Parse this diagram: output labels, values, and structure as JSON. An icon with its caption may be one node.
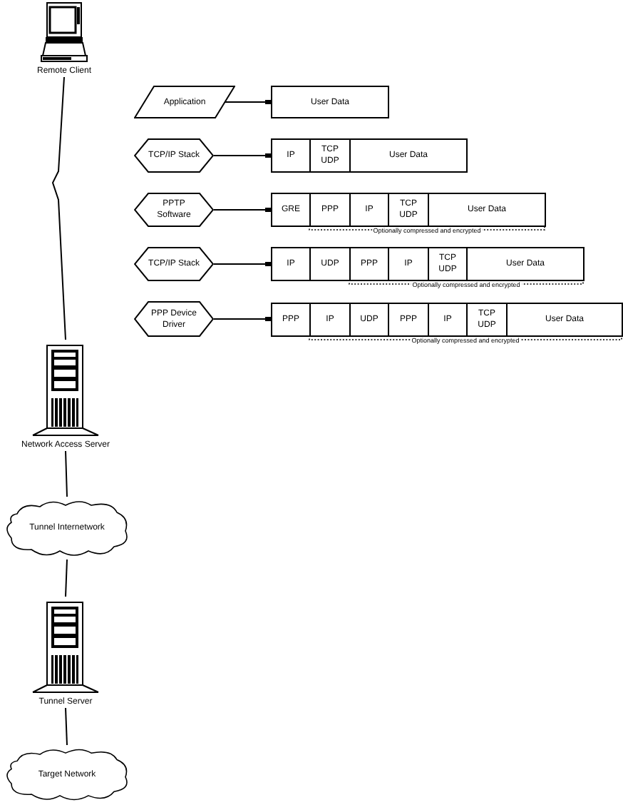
{
  "diagram": {
    "nodes": [
      {
        "text": [
          "Remote Client"
        ]
      },
      {
        "text": [
          "Network Access Server"
        ]
      },
      {
        "text": [
          "Tunnel Internetwork"
        ]
      },
      {
        "text": [
          "Tunnel Server"
        ]
      },
      {
        "text": [
          "Target Network"
        ]
      },
      {
        "text": [
          "Application"
        ]
      },
      {
        "text": [
          "TCP/IP Stack"
        ]
      },
      {
        "text": [
          "PPTP Software"
        ]
      },
      {
        "text": [
          "TCP/IP Stack"
        ]
      },
      {
        "text": [
          "PPP Device Driver"
        ]
      },
      {
        "text": [
          "User Data"
        ]
      },
      {
        "text": [
          "IP"
        ]
      },
      {
        "text": [
          "TCP UDP"
        ]
      },
      {
        "text": [
          "User Data"
        ]
      },
      {
        "text": [
          "GRE"
        ]
      },
      {
        "text": [
          "PPP"
        ]
      },
      {
        "text": [
          "IP"
        ]
      },
      {
        "text": [
          "TCP UDP"
        ]
      },
      {
        "text": [
          "User Data"
        ]
      },
      {
        "text": [
          "IP"
        ]
      },
      {
        "text": [
          "UDP"
        ]
      },
      {
        "text": [
          "PPP"
        ]
      },
      {
        "text": [
          "IP"
        ]
      },
      {
        "text": [
          "TCP UDP"
        ]
      },
      {
        "text": [
          "User Data"
        ]
      },
      {
        "text": [
          "PPP"
        ]
      },
      {
        "text": [
          "IP"
        ]
      },
      {
        "text": [
          "UDP"
        ]
      },
      {
        "text": [
          "PPP"
        ]
      },
      {
        "text": [
          "IP"
        ]
      },
      {
        "text": [
          "TCP UDP"
        ]
      },
      {
        "text": [
          "User Data"
        ]
      }
    ],
    "edges": [
      {
        "from": 0,
        "to": 1,
        "arrow": "none"
      },
      {
        "from": 1,
        "to": 2,
        "arrow": "none"
      },
      {
        "from": 2,
        "to": 3,
        "arrow": "none"
      },
      {
        "from": 3,
        "to": 4,
        "arrow": "none"
      },
      {
        "from": 5,
        "to": 10,
        "arrow": "other"
      },
      {
        "from": 6,
        "to": 11,
        "arrow": "other"
      },
      {
        "from": 7,
        "to": 14,
        "arrow": "other"
      },
      {
        "from": 8,
        "to": 19,
        "arrow": "other"
      },
      {
        "from": 9,
        "to": 25,
        "arrow": "other"
      }
    ],
    "labels": [
      "Optionally compressed and encrypted",
      "Optionally compressed and encrypted",
      "Optionally compressed and encrypted"
    ]
  }
}
